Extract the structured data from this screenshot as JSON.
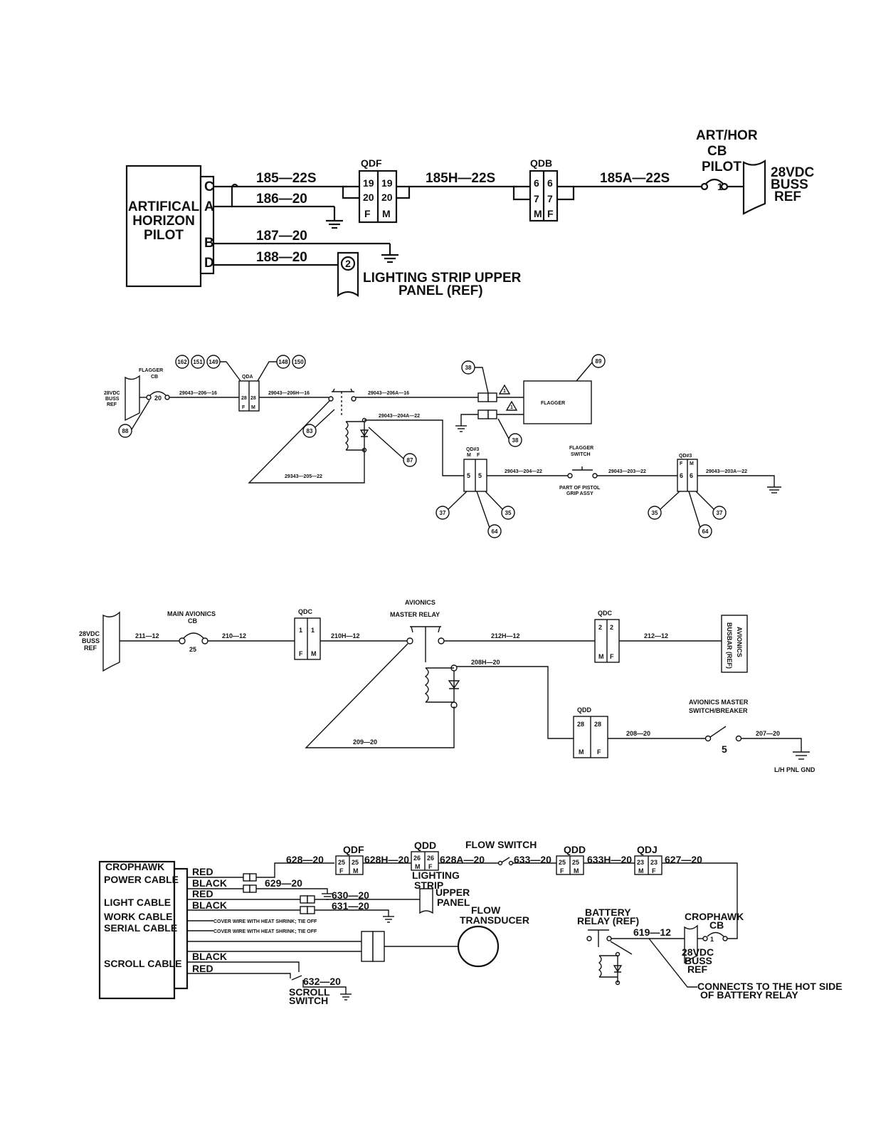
{
  "diagram1": {
    "component": [
      "ARTIFICAL",
      "HORIZON",
      "PILOT"
    ],
    "pins": [
      "C",
      "A",
      "B",
      "D"
    ],
    "wires": {
      "w1": "185—22S",
      "w2": "186—20",
      "w3": "187—20",
      "w4": "188—20",
      "w5": "185H—22S",
      "w6": "185A—22S"
    },
    "qdf": {
      "label": "QDF",
      "pins": [
        "19",
        "19",
        "20",
        "20"
      ],
      "sides": [
        "F",
        "M"
      ]
    },
    "qdb": {
      "label": "QDB",
      "pins": [
        "6",
        "6",
        "7",
        "7"
      ],
      "sides": [
        "M",
        "F"
      ]
    },
    "cb": {
      "label": [
        "ART/HOR",
        "CB",
        "PILOT"
      ],
      "rating": "1"
    },
    "buss": [
      "28VDC",
      "BUSS",
      "REF"
    ],
    "lighting": {
      "callout": "2",
      "label": [
        "LIGHTING STRIP UPPER",
        "PANEL (REF)"
      ]
    }
  },
  "diagram2": {
    "buss": [
      "28VDC",
      "BUSS",
      "REF"
    ],
    "cb": {
      "label": [
        "FLAGGER",
        "CB"
      ],
      "rating": "20"
    },
    "qda": {
      "label": "QDA",
      "pins": [
        "28",
        "28"
      ],
      "sides": [
        "F",
        "M"
      ]
    },
    "wires": {
      "w1": "29043—206—16",
      "w2": "29043—206H—16",
      "w3": "29043—206A—16",
      "w4": "29043—204A—22",
      "w5": "29343—205—22",
      "w6": "29043—204—22",
      "w7": "29043—203—22",
      "w8": "29043—203A—22"
    },
    "flagger": "FLAGGER",
    "qd3a": {
      "label": "QD#3",
      "pins": [
        "5",
        "5"
      ],
      "sides": [
        "M",
        "F"
      ]
    },
    "qd3b": {
      "label": "QD#3",
      "pins": [
        "6",
        "6"
      ],
      "sides": [
        "F",
        "M"
      ]
    },
    "switch": {
      "label": [
        "FLAGGER",
        "SWITCH"
      ],
      "part": [
        "PART OF PISTOL",
        "GRIP ASSY"
      ]
    },
    "warn": "1",
    "callouts": {
      "c162": "162",
      "c151": "151",
      "c149": "149",
      "c148": "148",
      "c150": "150",
      "c88": "88",
      "c83": "83",
      "c87": "87",
      "c38a": "38",
      "c38b": "38",
      "c89": "89",
      "c37a": "37",
      "c35a": "35",
      "c64a": "64",
      "c35b": "35",
      "c37b": "37",
      "c64b": "64"
    }
  },
  "diagram3": {
    "buss": [
      "28VDC",
      "BUSS",
      "REF"
    ],
    "cb": {
      "label": [
        "MAIN AVIONICS",
        "CB"
      ],
      "rating": "25"
    },
    "wires": {
      "w1": "211—12",
      "w2": "210—12",
      "w3": "210H—12",
      "w4": "212H—12",
      "w5": "212—12",
      "w6": "208H—20",
      "w7": "209—20",
      "w8": "208—20",
      "w9": "207—20"
    },
    "qdc1": {
      "label": "QDC",
      "pins": [
        "1",
        "1"
      ],
      "sides": [
        "F",
        "M"
      ]
    },
    "relay": [
      "AVIONICS",
      "MASTER RELAY"
    ],
    "qdc2": {
      "label": "QDC",
      "pins": [
        "2",
        "2"
      ],
      "sides": [
        "M",
        "F"
      ]
    },
    "busbar": [
      "AVIONICS",
      "BUSBAR (REF)"
    ],
    "qdd": {
      "label": "QDD",
      "pins": [
        "28",
        "28"
      ],
      "sides": [
        "M",
        "F"
      ]
    },
    "switch": {
      "label": [
        "AVIONICS MASTER",
        "SWITCH/BREAKER"
      ],
      "rating": "5"
    },
    "gnd": "L/H PNL GND"
  },
  "diagram4": {
    "component": [
      "CROPHAWK",
      "POWER CABLE",
      "LIGHT CABLE",
      "WORK CABLE",
      "SERIAL CABLE",
      "SCROLL CABLE"
    ],
    "colors": {
      "c1": "RED",
      "c2": "BLACK",
      "c3": "RED",
      "c4": "BLACK",
      "c5": "BLACK",
      "c6": "RED"
    },
    "cover": "COVER WIRE WITH HEAT SHRINK; TIE OFF",
    "wires": {
      "w1": "628—20",
      "w2": "628H—20",
      "w3": "628A—20",
      "w4": "633—20",
      "w5": "633H—20",
      "w6": "627—20",
      "w7": "629—20",
      "w8": "630—20",
      "w9": "631—20",
      "w10": "632—20",
      "w11": "619—12"
    },
    "qdf": {
      "label": "QDF",
      "pins": [
        "25",
        "25"
      ],
      "sides": [
        "F",
        "M"
      ]
    },
    "qdd1": {
      "label": "QDD",
      "pins": [
        "26",
        "26"
      ],
      "sides": [
        "M",
        "F"
      ]
    },
    "flow_switch": "FLOW SWITCH",
    "qdd2": {
      "label": "QDD",
      "pins": [
        "25",
        "25"
      ],
      "sides": [
        "F",
        "M"
      ]
    },
    "qdj": {
      "label": "QDJ",
      "pins": [
        "23",
        "23"
      ],
      "sides": [
        "M",
        "F"
      ]
    },
    "lighting": [
      "LIGHTING",
      "STRIP",
      "UPPER",
      "PANEL"
    ],
    "flow": [
      "FLOW",
      "TRANSDUCER"
    ],
    "battery": [
      "BATTERY",
      "RELAY (REF)"
    ],
    "cb": {
      "label": [
        "CROPHAWK",
        "CB"
      ],
      "rating": "1"
    },
    "buss": [
      "28VDC",
      "BUSS",
      "REF"
    ],
    "connects": [
      "CONNECTS TO THE HOT SIDE",
      "OF BATTERY RELAY"
    ],
    "scroll": [
      "SCROLL",
      "SWITCH"
    ]
  }
}
